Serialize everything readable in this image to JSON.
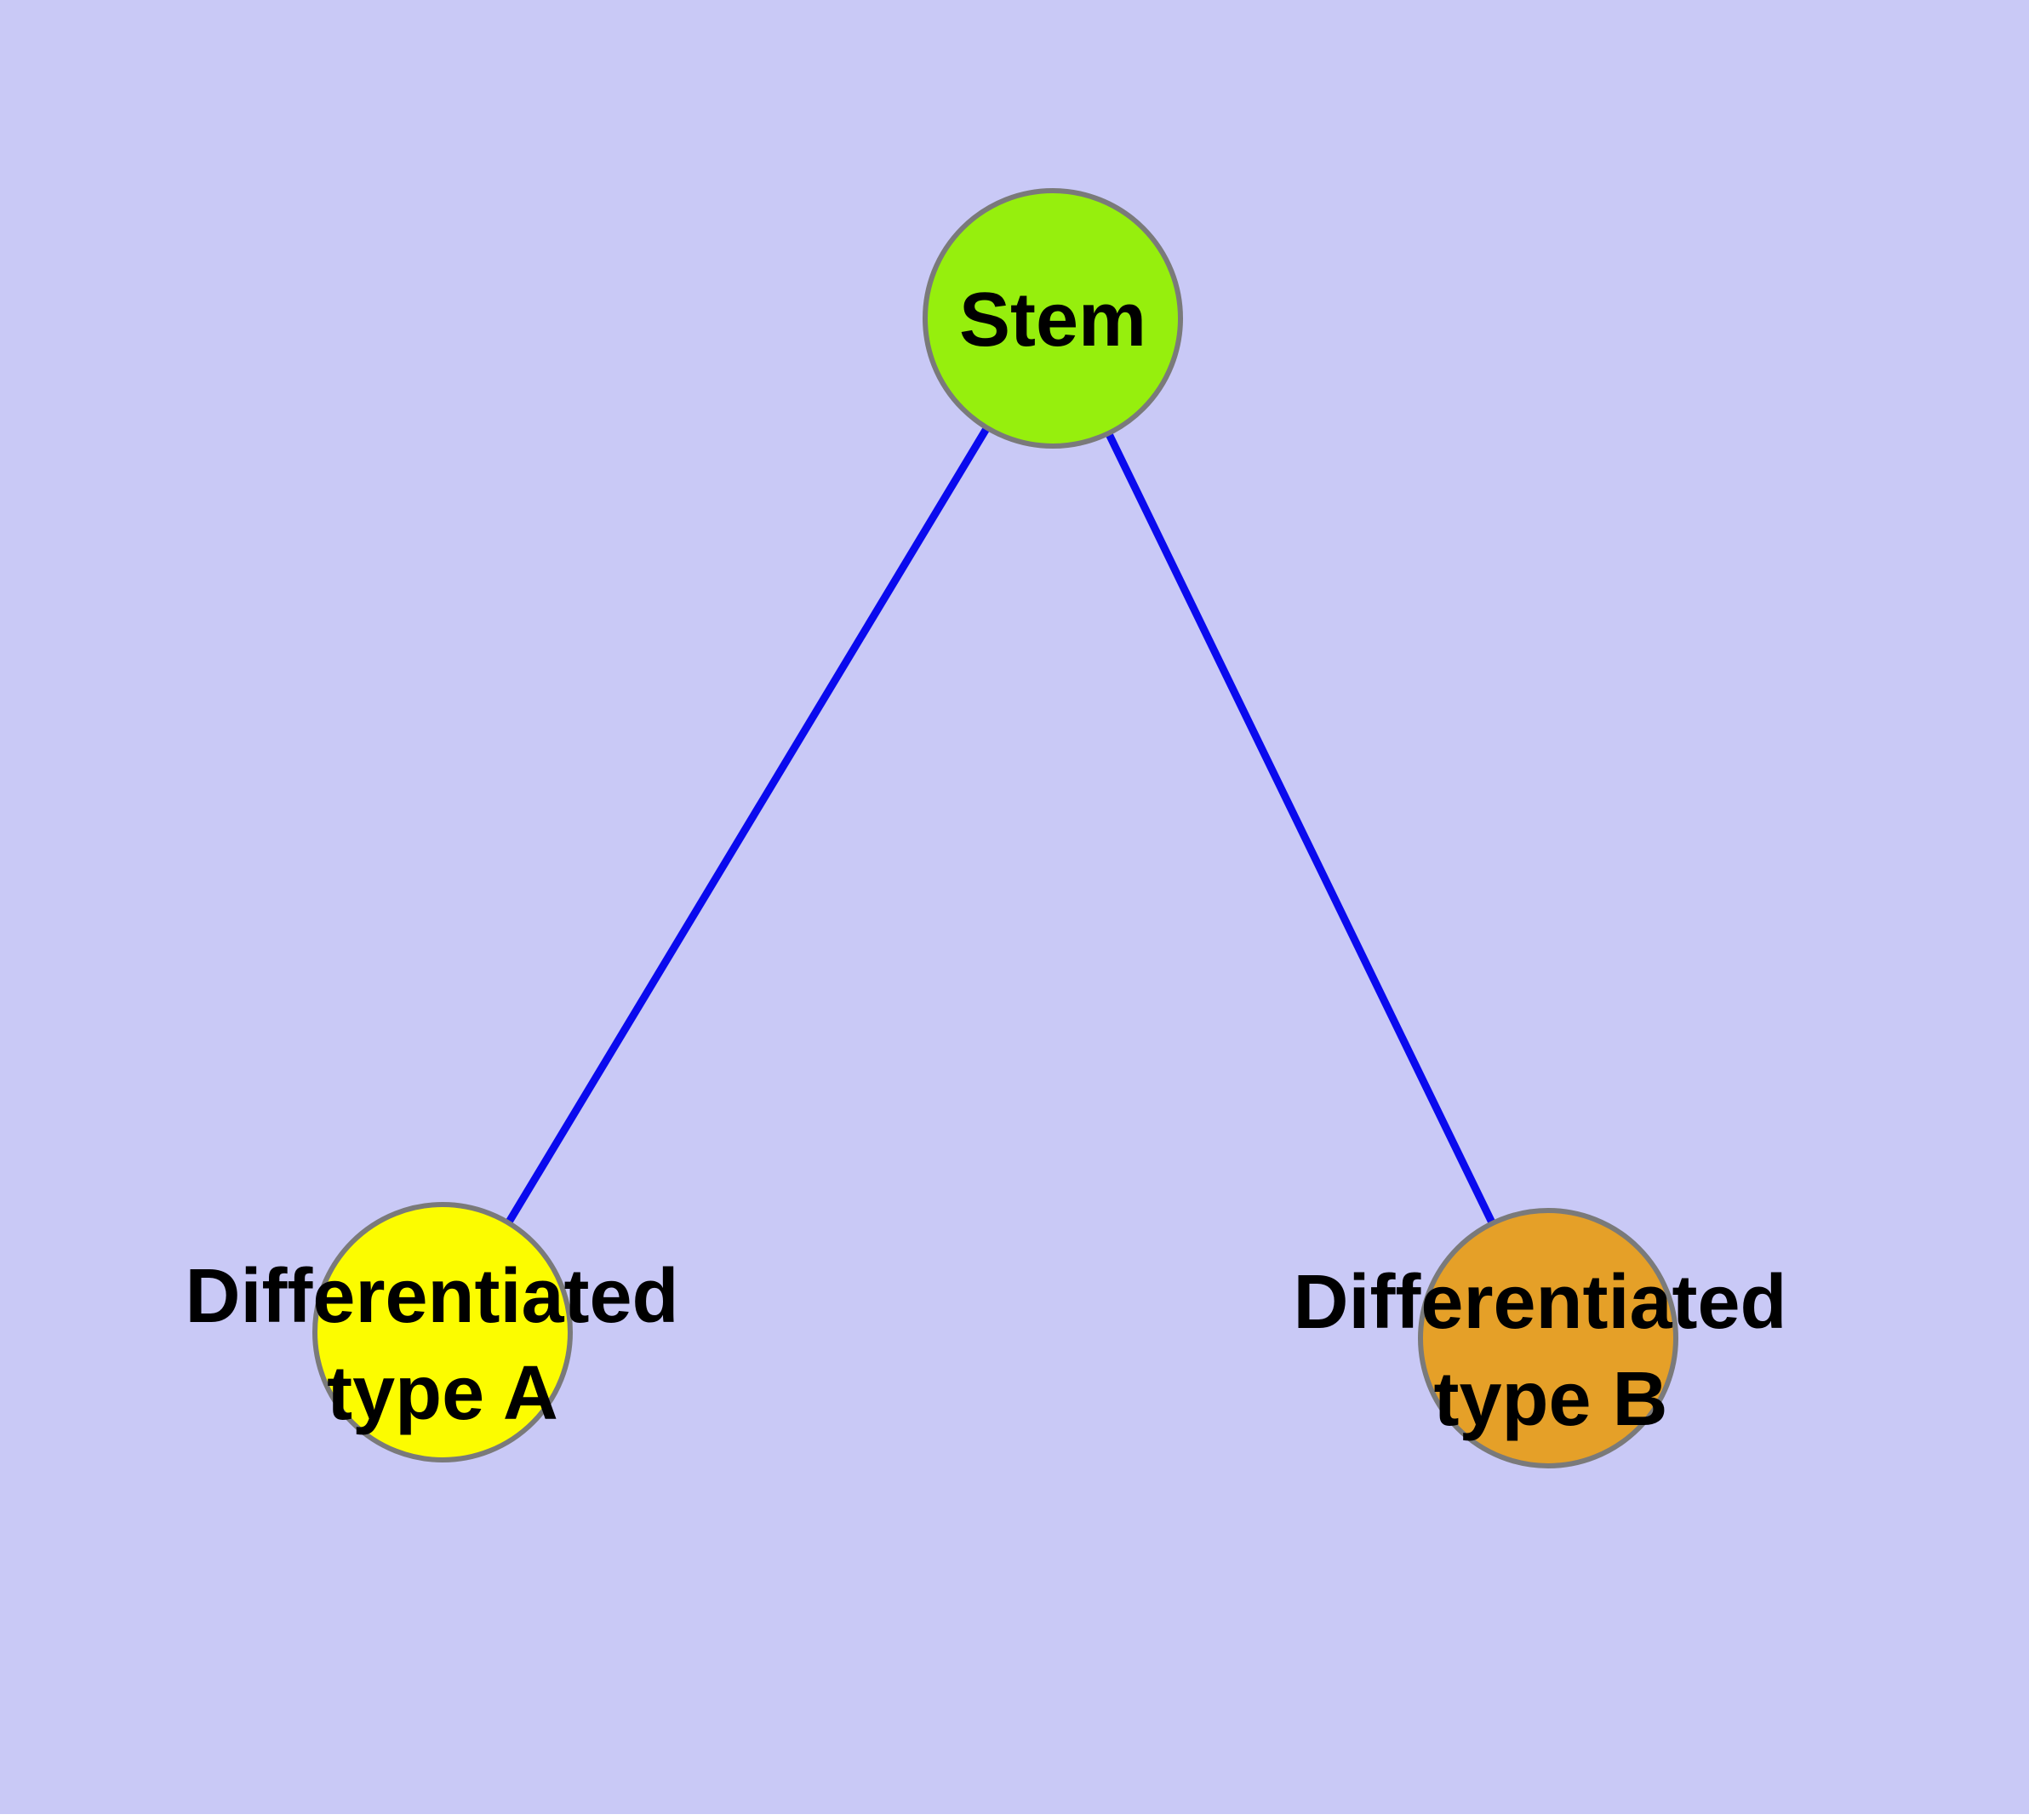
{
  "diagram": {
    "colors": {
      "background": "#c9c9f6",
      "page_margin": "#ffffff",
      "edge": "#0a0aee",
      "node_border": "#7a7a7a",
      "label_text": "#000000"
    },
    "nodes": {
      "stem": {
        "label": "Stem",
        "fill": "#96ef0d"
      },
      "type_a": {
        "label_line1": "Differentiated",
        "label_line2": "type A",
        "fill": "#fcfc00"
      },
      "type_b": {
        "label_line1": "Differentiated",
        "label_line2": "type B",
        "fill": "#e5a028"
      }
    },
    "edges": [
      {
        "from": "stem",
        "to": "type_a"
      },
      {
        "from": "stem",
        "to": "type_b"
      }
    ]
  }
}
